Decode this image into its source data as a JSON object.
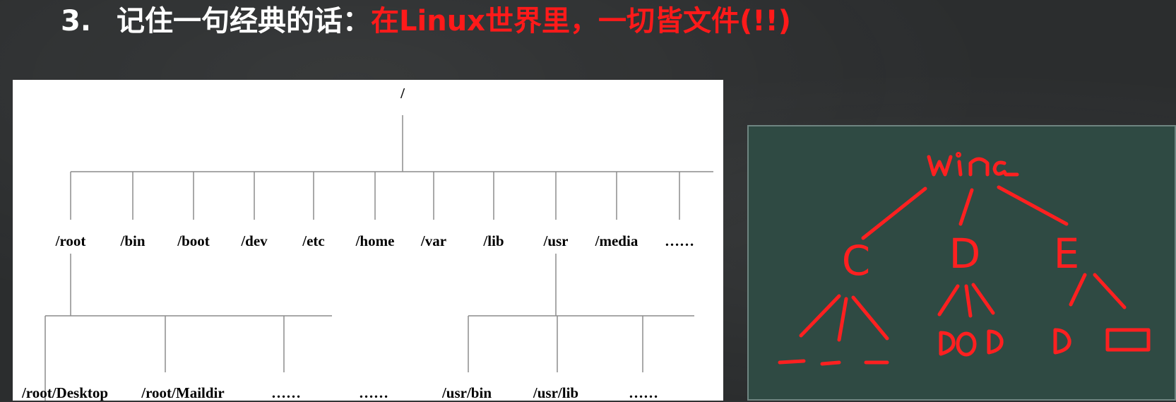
{
  "title": {
    "number": "3.",
    "lead": "记住一句经典的话：",
    "highlight": "在Linux世界里，一切皆文件(!!)"
  },
  "tree": {
    "root": "/",
    "level1": [
      "/root",
      "/bin",
      "/boot",
      "/dev",
      "/etc",
      "/home",
      "/var",
      "/lib",
      "/usr",
      "/media",
      "……"
    ],
    "root_children": [
      "/root/Desktop",
      "/root/Maildir",
      "……",
      "……"
    ],
    "usr_children": [
      "/usr/bin",
      "/usr/lib",
      "……"
    ]
  },
  "sketch": {
    "top": "win",
    "drives": [
      "C",
      "D",
      "E"
    ],
    "color": "#ff2020"
  },
  "colors": {
    "background": "#2b2d2e",
    "highlight": "#ff1a1a",
    "board": "#2f4a43"
  }
}
